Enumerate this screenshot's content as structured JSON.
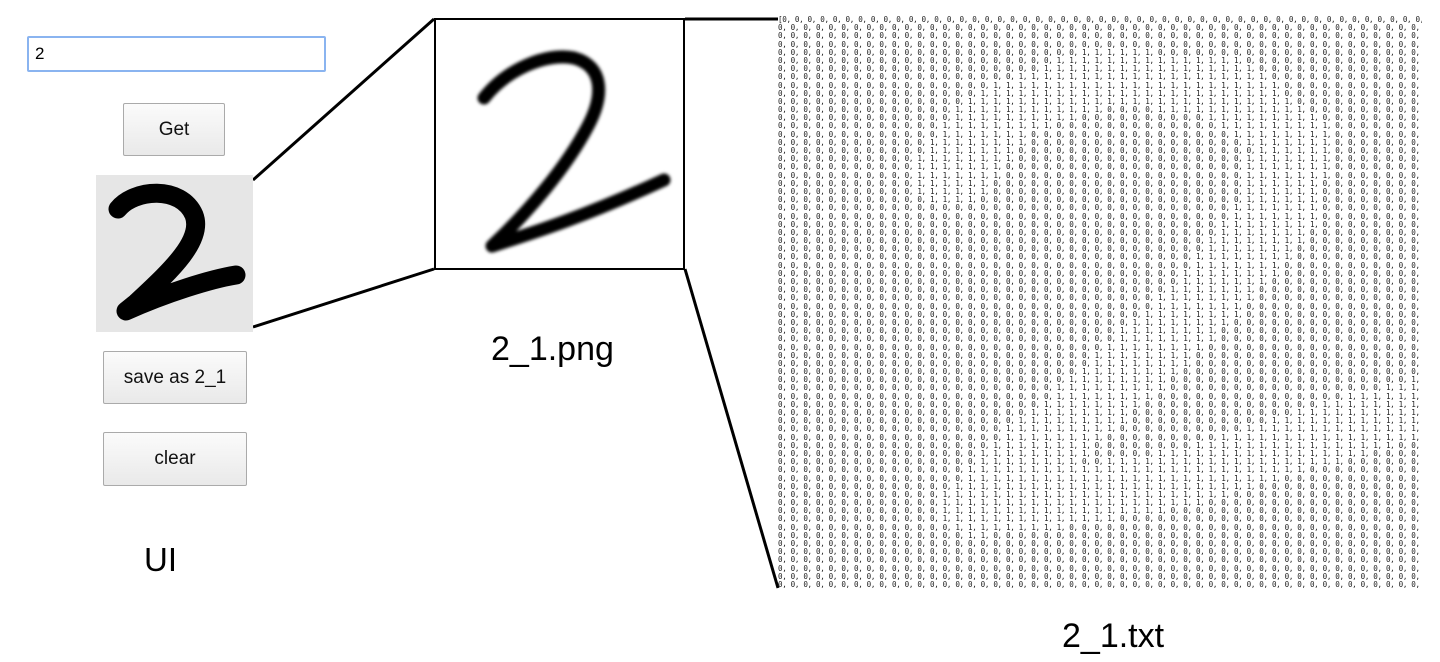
{
  "ui": {
    "digit_input": {
      "value": "2"
    },
    "get_button": {
      "label": "Get"
    },
    "save_button": {
      "label": "save as 2_1"
    },
    "clear_button": {
      "label": "clear"
    },
    "caption": "UI"
  },
  "png_preview": {
    "caption": "2_1.png"
  },
  "txt_preview": {
    "caption": "2_1.txt"
  },
  "matrix": {
    "rows": 70,
    "cols": 64,
    "cell_values": [
      0,
      1
    ],
    "digit": "2"
  },
  "colors": {
    "input_border": "#8ab4f0",
    "canvas_bg": "#e6e6e6",
    "stroke": "#000000"
  }
}
